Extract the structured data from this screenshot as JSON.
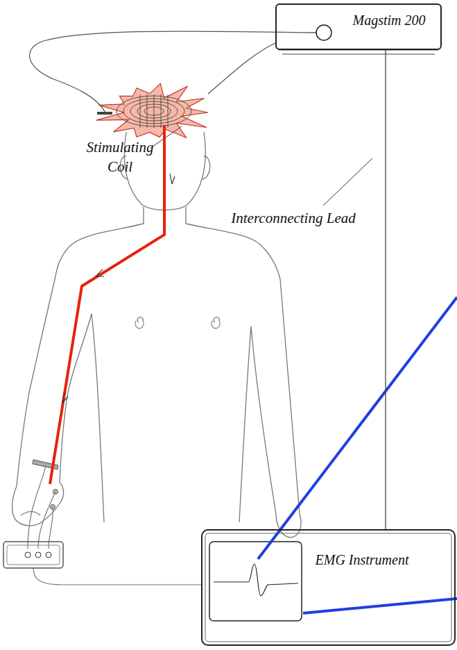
{
  "diagram": {
    "nodes": [
      {
        "text": [
          "Magstim 200"
        ]
      },
      {
        "text": [
          "EMG Instrument"
        ]
      }
    ],
    "edges": [
      {
        "from": 0,
        "to": 1,
        "arrow": "none"
      }
    ],
    "labels": [
      "Stimulating Coil",
      "Interconnecting Lead"
    ]
  }
}
